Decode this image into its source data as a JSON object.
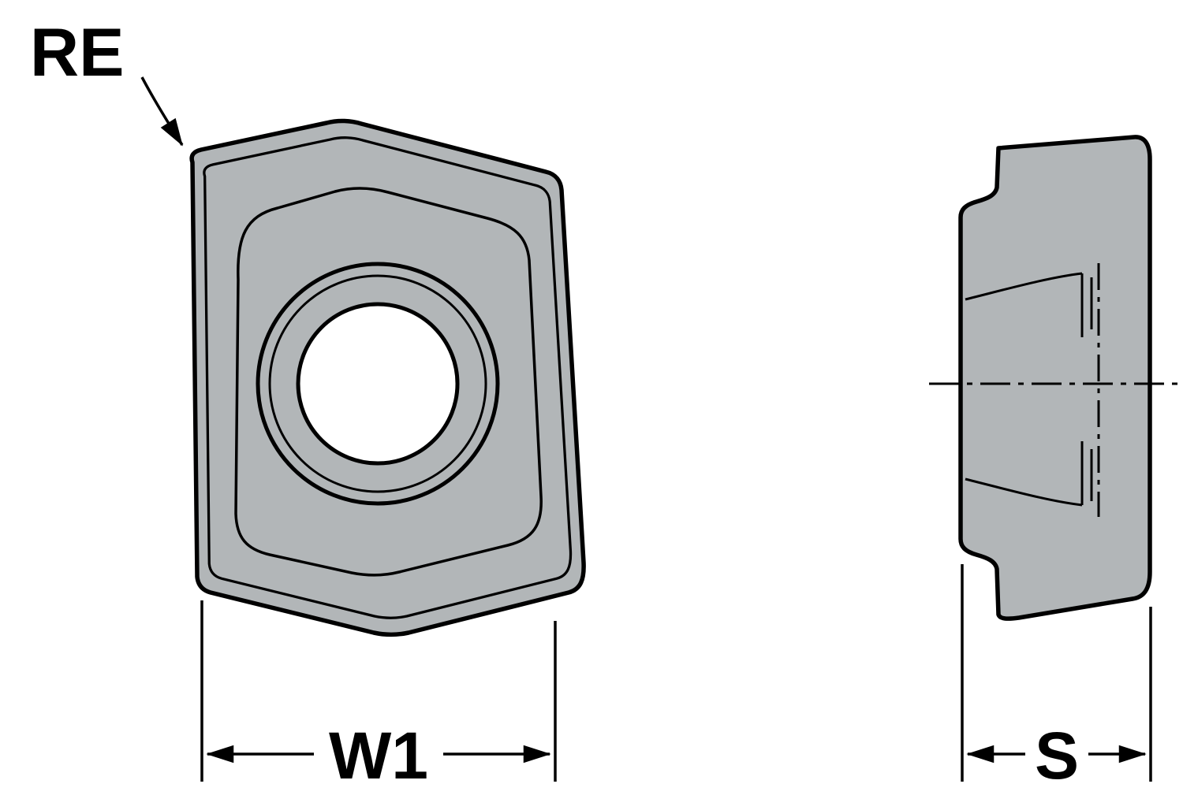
{
  "diagram": {
    "labels": {
      "corner_radius": "RE",
      "width": "W1",
      "thickness": "S"
    },
    "colors": {
      "insert_fill": "#b2b6b8",
      "outline": "#000000",
      "hole_fill": "#ffffff",
      "background": "#ffffff"
    }
  }
}
